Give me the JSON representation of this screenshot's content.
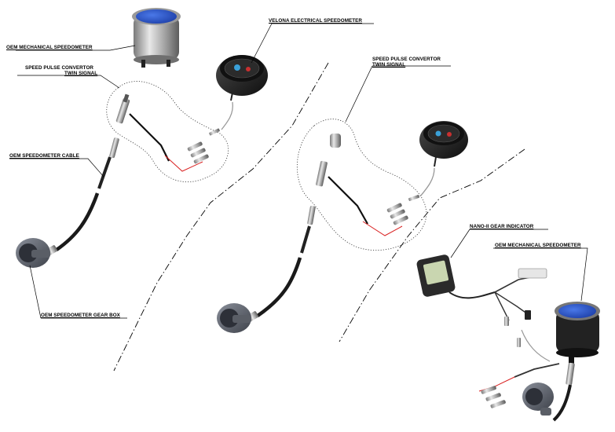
{
  "labels": {
    "oem_mech_speedo_left": "OEM MECHANICAL SPEEDOMETER",
    "spc_left_line1": "SPEED PULSE CONVERTOR",
    "spc_left_line2": "TWIN SIGNAL",
    "velona_electrical_speedo": "VELONA ELECTRICAL SPEEDOMETER",
    "oem_speedo_cable": "OEM SPEEDOMETER CABLE",
    "oem_speedo_gear_box": "OEM SPEEDOMETER GEAR BOX",
    "spc_mid_line1": "SPEED PULSE CONVERTOR",
    "spc_mid_line2": "TWIN SIGNAL",
    "nano_gear_indicator": "NANO-II  GEAR INDICATOR",
    "oem_mech_speedo_right": "OEM MECHANICAL SPEEDOMETER"
  },
  "colors": {
    "gauge_face_blue": "#2a56c8",
    "signal_wire_red": "#d92020",
    "chrome": "#b8b8b8",
    "dark_body": "#1e1e1e"
  }
}
